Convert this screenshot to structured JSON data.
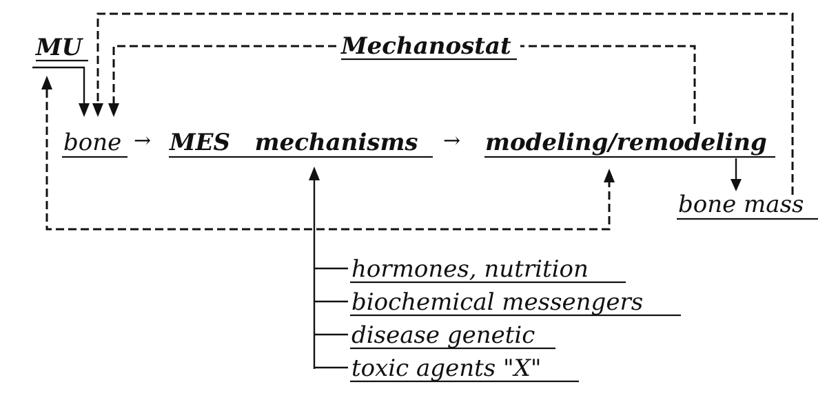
{
  "diagram": {
    "labels": {
      "mu": "MU",
      "mechanostat": "Mechanostat",
      "bone": "bone",
      "mes_mechanisms": "MES   mechanisms",
      "modeling_remodeling": "modeling/remodeling",
      "bone_mass": "bone mass"
    },
    "arrow_symbol": "→",
    "factors": [
      "hormones, nutrition",
      "biochemical messengers",
      "disease genetic",
      "toxic agents \"X\""
    ]
  }
}
